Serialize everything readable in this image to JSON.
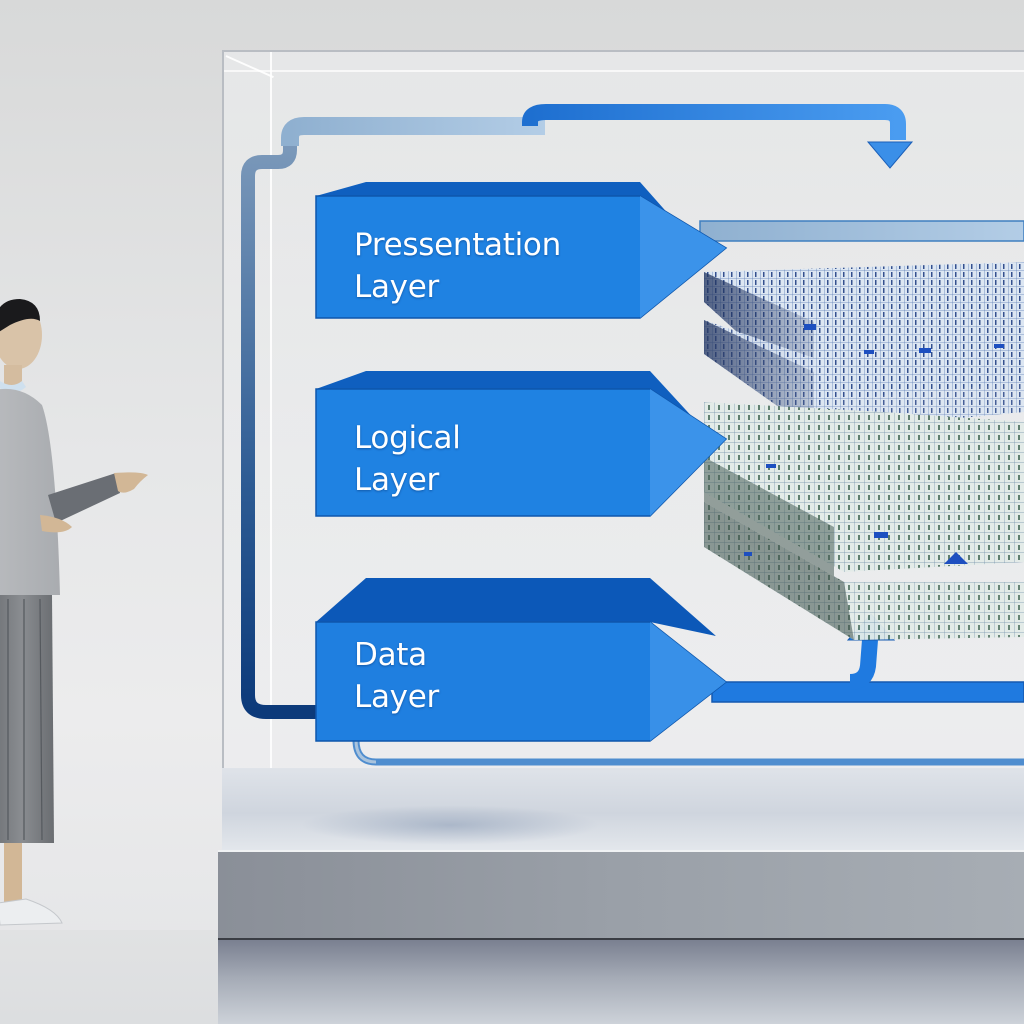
{
  "diagram": {
    "type": "layered-architecture",
    "layers": [
      {
        "id": "presentation",
        "label_line1": "Pressentation",
        "label_line2": "Layer"
      },
      {
        "id": "logical",
        "label_line1": "Logical",
        "label_line2": "Layer"
      },
      {
        "id": "data",
        "label_line1": "Data",
        "label_line2": "Layer"
      }
    ],
    "connections": [
      {
        "from": "presentation",
        "to": "data-visualization",
        "style": "horizontal-bar"
      },
      {
        "from": "logical",
        "to": "data-visualization",
        "style": "horizontal-bar"
      },
      {
        "from": "data",
        "to": "data-visualization",
        "style": "up-arrow"
      },
      {
        "from": "left-loop",
        "to": "top-right",
        "style": "down-arrow"
      }
    ],
    "visualization": {
      "description": "stacked 3D data-grid slabs",
      "slab_count": 4
    }
  },
  "scene": {
    "presenter": "person-pointing-at-diagram",
    "display": "glass-case-on-pedestal"
  },
  "colors": {
    "layer_blue": "#1f7fe0",
    "layer_blue_dark": "#0f5fbf",
    "arrow_light": "#9fbfdc",
    "arrow_blue": "#2a86e6",
    "background": "#e6e7e8",
    "pedestal": "#9aa0a8"
  }
}
